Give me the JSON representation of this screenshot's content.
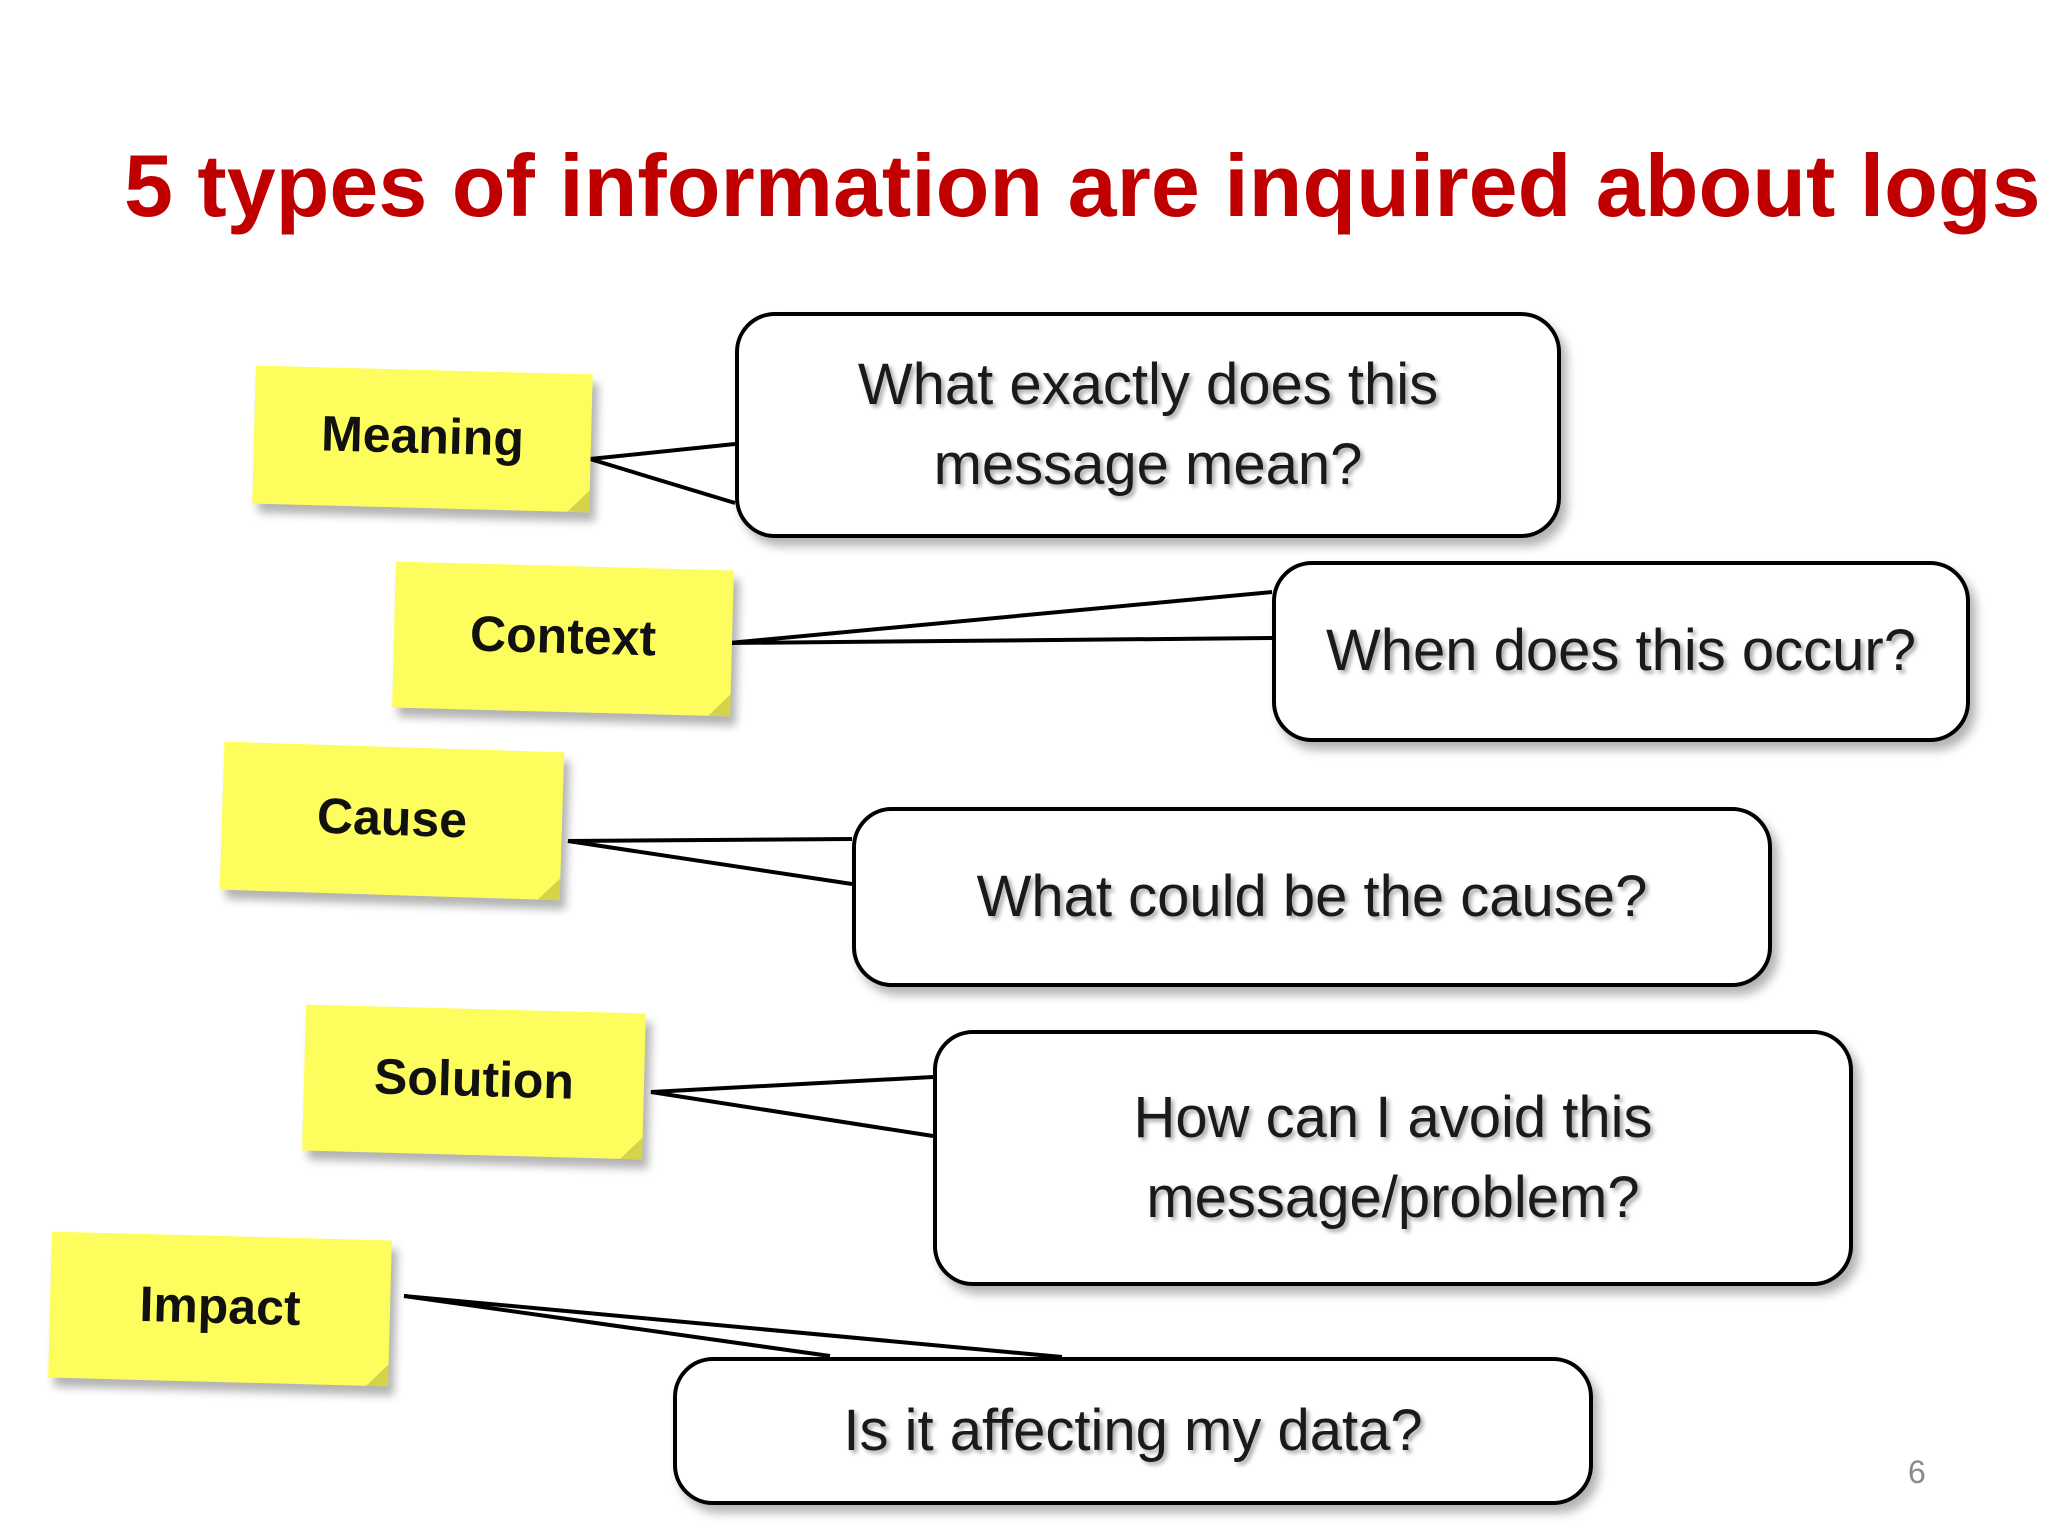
{
  "slide": {
    "title": "5 types of information are inquired about logs",
    "page_number": "6"
  },
  "colors": {
    "title": "#c00000",
    "sticky_note": "#fdfd5e",
    "bubble_border": "#000000",
    "bubble_fill": "#ffffff"
  },
  "items": [
    {
      "tag": "Meaning",
      "question_lines": [
        "What exactly does this",
        "message mean?"
      ]
    },
    {
      "tag": "Context",
      "question_lines": [
        "When does this occur?"
      ]
    },
    {
      "tag": "Cause",
      "question_lines": [
        "What could be the cause?"
      ]
    },
    {
      "tag": "Solution",
      "question_lines": [
        "How can I avoid this",
        "message/problem?"
      ]
    },
    {
      "tag": "Impact",
      "question_lines": [
        "Is it affecting my data?"
      ]
    }
  ]
}
